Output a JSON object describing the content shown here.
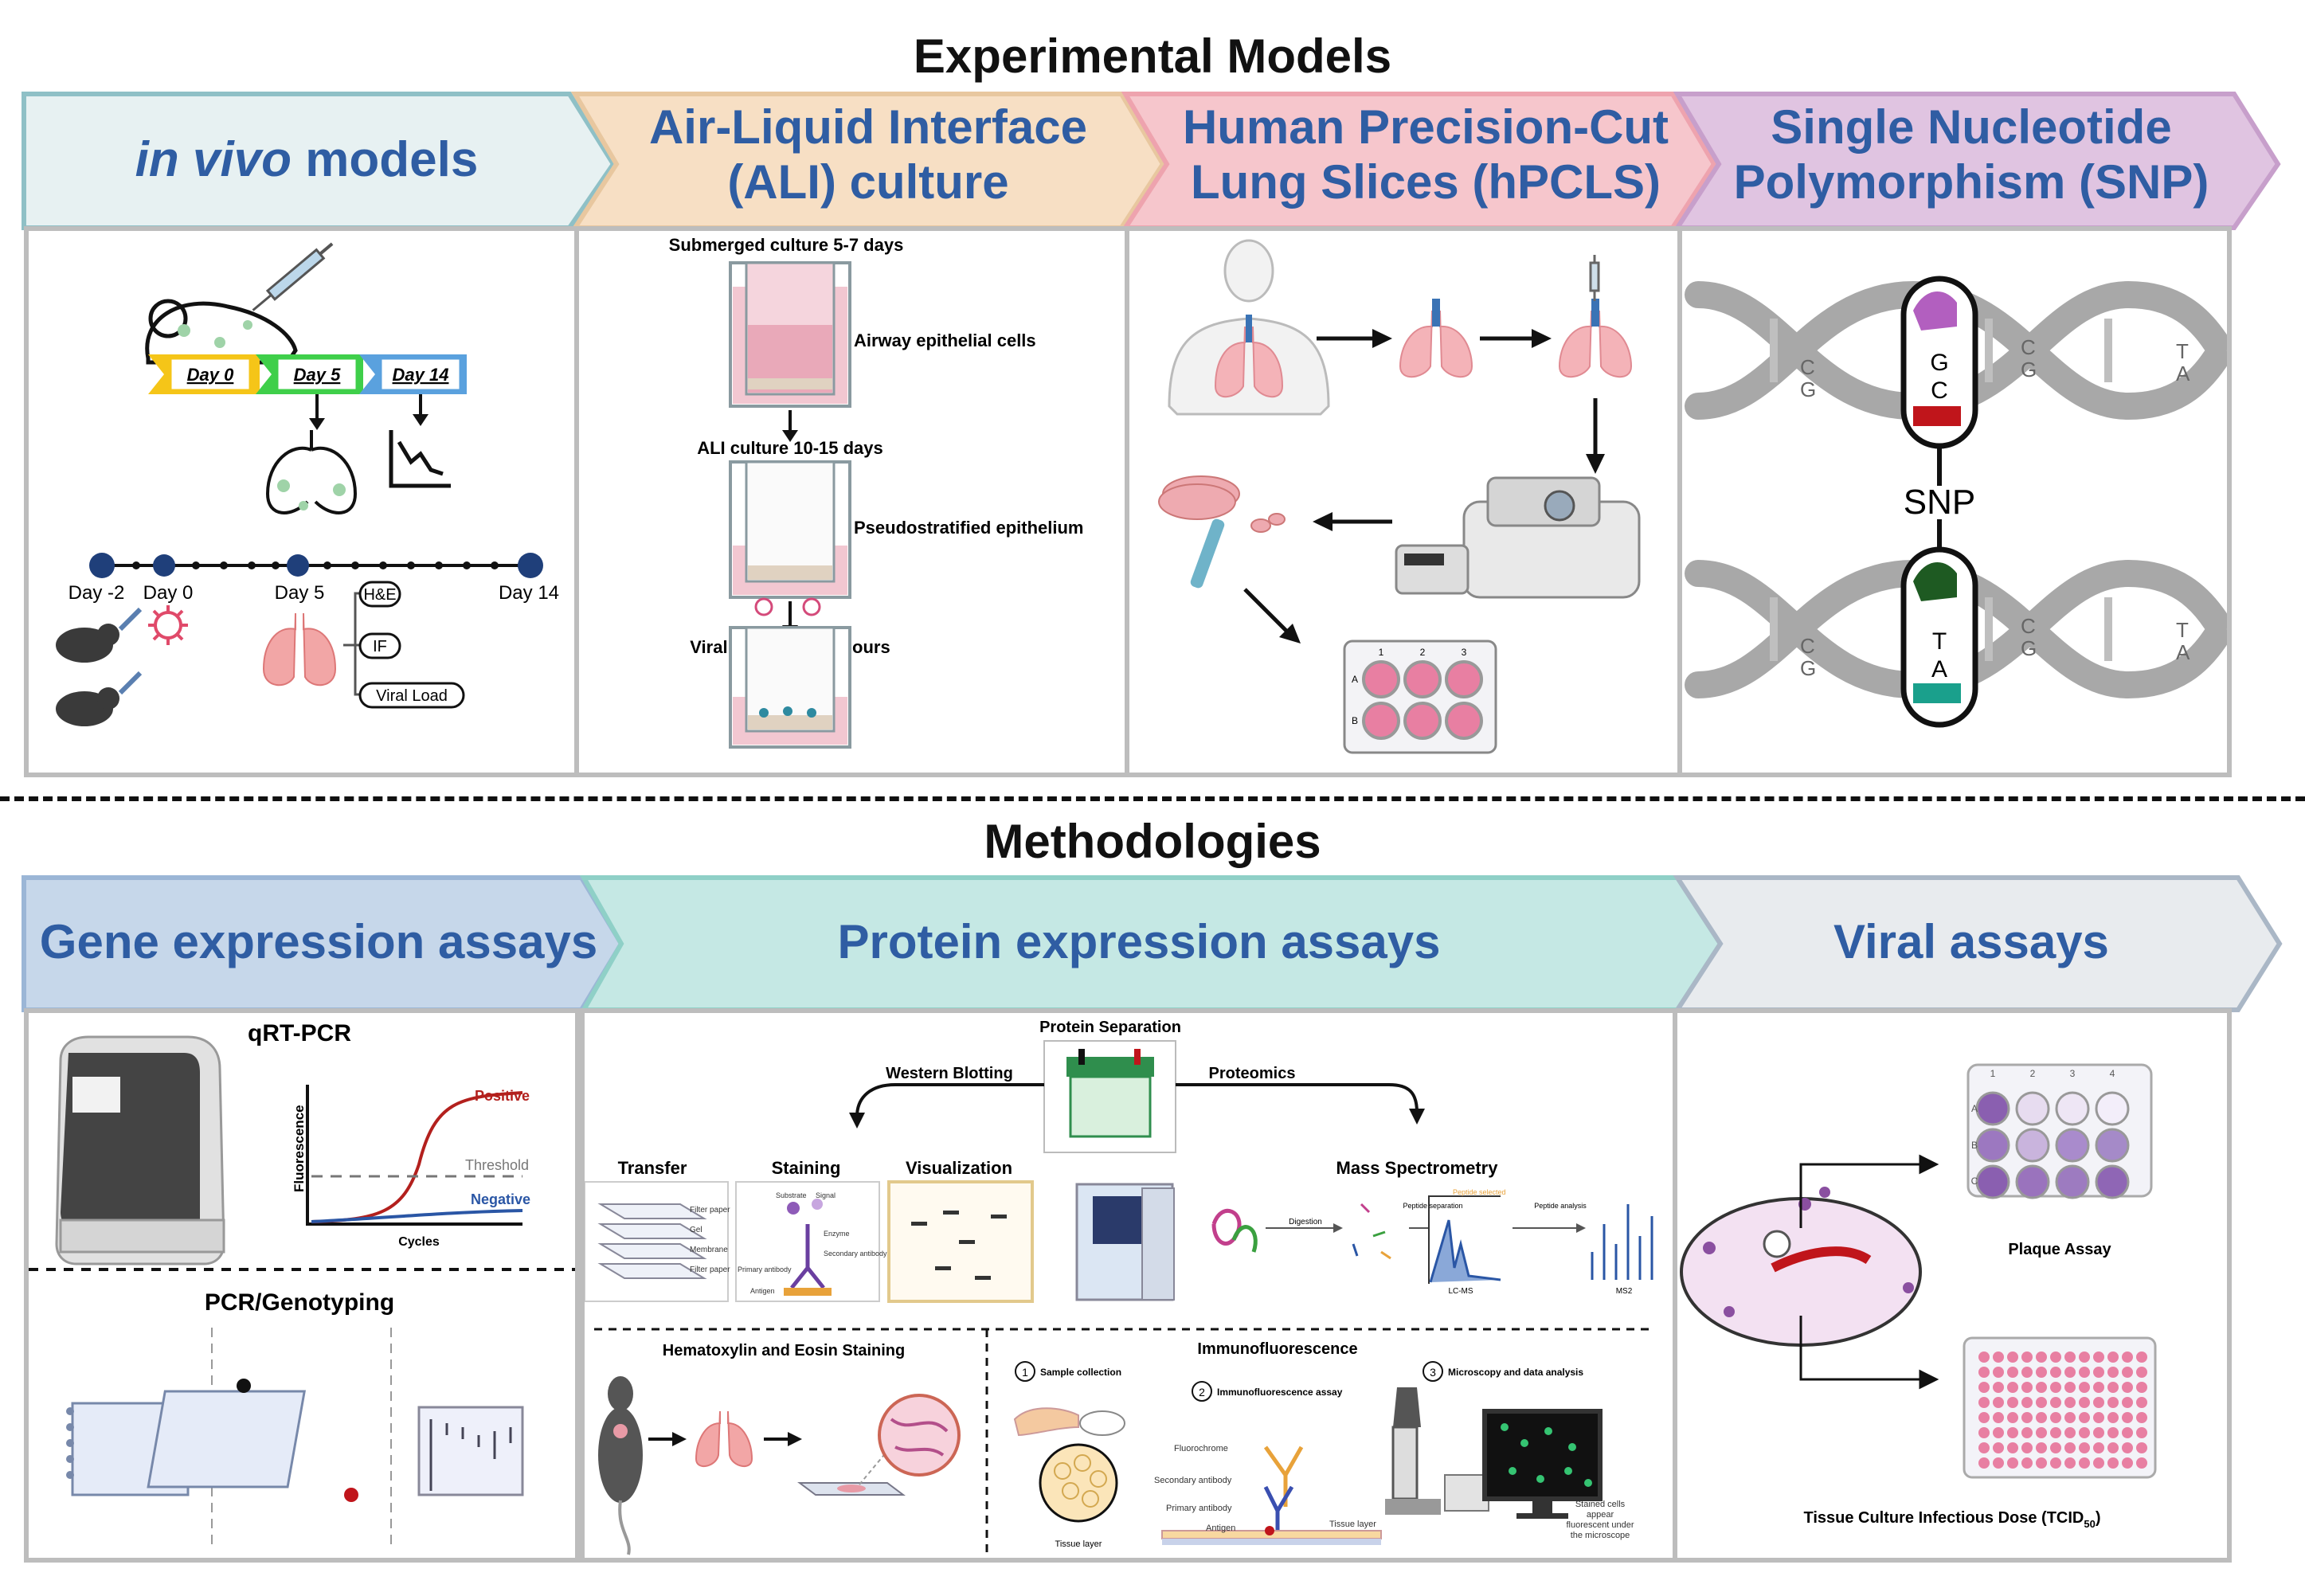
{
  "experimental_models": {
    "title": "Experimental Models",
    "headers": {
      "in_vivo_italic": "in vivo",
      "in_vivo_rest": " models",
      "ali_line1": "Air-Liquid Interface",
      "ali_line2": "(ALI) culture",
      "hpcls_line1": "Human Precision-Cut",
      "hpcls_line2": "Lung Slices (hPCLS)",
      "snp_line1": "Single Nucleotide",
      "snp_line2": "Polymorphism (SNP)"
    },
    "in_vivo": {
      "day0": "Day 0",
      "day5": "Day 5",
      "day14": "Day 14",
      "t_day_m2": "Day -2",
      "t_day0": "Day 0",
      "t_day5": "Day 5",
      "t_day14": "Day 14",
      "he": "H&E",
      "if": "IF",
      "viral_load": "Viral Load"
    },
    "ali": {
      "submerged": "Submerged culture 5-7 days",
      "airway_cells": "Airway epithelial cells",
      "ali_culture": "ALI culture 10-15 days",
      "pseudo": "Pseudostratified epithelium",
      "viral_treatment": "Viral treatment 72 hours"
    },
    "hpcls": {
      "plate_cols": [
        "1",
        "2",
        "3"
      ],
      "plate_rows": [
        "A",
        "B"
      ]
    },
    "snp": {
      "snp_label": "SNP",
      "top_g": "G",
      "top_c": "C",
      "bot_t": "T",
      "bot_a": "A",
      "cg1": "C",
      "cg2": "G",
      "cg3": "C",
      "cg4": "G",
      "ta1": "T",
      "ta2": "A"
    }
  },
  "methodologies": {
    "title": "Methodologies",
    "headers": {
      "gene": "Gene expression assays",
      "protein": "Protein expression assays",
      "viral": "Viral assays"
    },
    "gene": {
      "qrtpcr": "qRT-PCR",
      "positive": "Positive",
      "threshold": "Threshold",
      "negative": "Negative",
      "fluorescence": "Fluorescence",
      "cycles": "Cycles",
      "pcr_genotyping": "PCR/Genotyping"
    },
    "protein": {
      "separation": "Protein Separation",
      "western": "Western Blotting",
      "proteomics": "Proteomics",
      "transfer": "Transfer",
      "staining": "Staining",
      "visualization": "Visualization",
      "mass_spec": "Mass Spectrometry",
      "filter_paper1": "Filter paper",
      "gel": "Gel",
      "membrane": "Membrane",
      "filter_paper2": "Filter paper",
      "substrate": "Substrate",
      "signal": "Signal",
      "enzyme": "Enzyme",
      "secondary_antibody": "Secondary antibody",
      "primary_antibody": "Primary antibody",
      "antigen": "Antigen",
      "digestion": "Digestion",
      "peptide_separation": "Peptide separation",
      "peptide_selected": "Peptide selected",
      "peptide_analysis": "Peptide analysis",
      "lcms": "LC-MS",
      "ms2": "MS2",
      "he_staining": "Hematoxylin and Eosin Staining",
      "immunofluorescence": "Immunofluorescence",
      "step1": "Sample collection",
      "step2": "Immunofluorescence assay",
      "step3": "Microscopy and data analysis",
      "n1": "1",
      "n2": "2",
      "n3": "3",
      "fluorochrome": "Fluorochrome",
      "if_secondary": "Secondary antibody",
      "if_primary": "Primary antibody",
      "if_antigen": "Antigen",
      "if_tissue_layer": "Tissue layer",
      "tissue_layer": "Tissue layer",
      "stained_1": "Stained cells",
      "stained_2": "appear",
      "stained_3": "fluorescent under",
      "stained_4": "the microscope"
    },
    "viral": {
      "plaque": "Plaque Assay",
      "tcid_main": "Tissue Culture Infectious Dose (TCID",
      "tcid_sub": "50",
      "tcid_end": ")",
      "plate_cols": [
        "1",
        "2",
        "3",
        "4"
      ],
      "plate_rows": [
        "A",
        "B",
        "C"
      ]
    }
  },
  "colors": {
    "header_text": "#2f5da3",
    "in_vivo_bg": "#e7f1f2",
    "ali_bg": "#f7dfc4",
    "hpcls_bg": "#f6c6cc",
    "snp_bg": "#e0c4e1",
    "gene_bg": "#c6d7ea",
    "protein_bg": "#c5e8e4",
    "viral_bg": "#e8ebee"
  }
}
